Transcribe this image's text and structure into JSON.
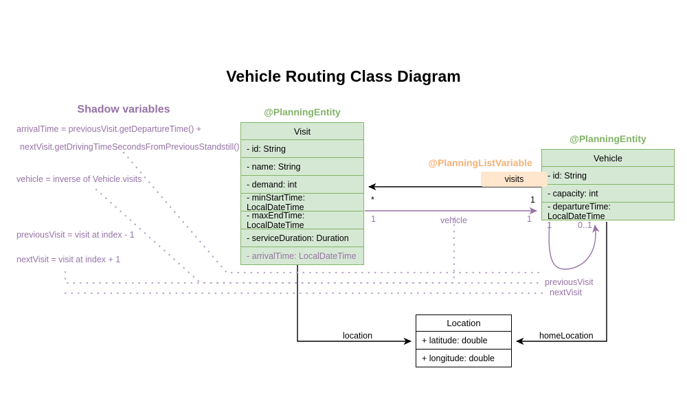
{
  "diagram": {
    "title": "Vehicle Routing Class Diagram",
    "colors": {
      "entity_fill": "#d5e8d4",
      "entity_stroke": "#82b366",
      "shadow_purple": "#9673a6",
      "list_variable_orange": "#f5b277",
      "badge_fill": "#ffe6cc",
      "plain_stroke": "#000000"
    }
  },
  "shadow_panel": {
    "title": "Shadow variables",
    "notes": [
      "arrivalTime = previousVisit.getDepartureTime() +",
      "nextVisit.getDrivingTimeSecondsFromPreviousStandstill()",
      "vehicle = inverse of Vehicle.visits",
      "previousVisit = visit at index - 1",
      "nextVisit = visit at index + 1"
    ]
  },
  "classes": [
    {
      "id": "visit",
      "stereotype": "@PlanningEntity",
      "name": "Visit",
      "attributes": [
        {
          "text": "- id: String",
          "shadow": false
        },
        {
          "text": "- name: String",
          "shadow": false
        },
        {
          "text": "- demand: int",
          "shadow": false
        },
        {
          "text": "- minStartTime: LocalDateTime",
          "shadow": false
        },
        {
          "text": "- maxEndTime: LocalDateTime",
          "shadow": false
        },
        {
          "text": "- serviceDuration: Duration",
          "shadow": false
        },
        {
          "text": "- arrivalTime: LocalDateTime",
          "shadow": true
        }
      ]
    },
    {
      "id": "vehicle",
      "stereotype": "@PlanningEntity",
      "name": "Vehicle",
      "attributes": [
        {
          "text": "- id: String",
          "shadow": false
        },
        {
          "text": "- capacity: int",
          "shadow": false
        },
        {
          "text": "- departureTime: LocalDateTime",
          "shadow": false
        }
      ]
    },
    {
      "id": "location",
      "stereotype": "",
      "name": "Location",
      "attributes": [
        {
          "text": "+ latitude: double",
          "shadow": false
        },
        {
          "text": "+ longitude: double",
          "shadow": false
        }
      ]
    }
  ],
  "annotations": {
    "planning_list_variable": "@PlanningListVariable",
    "visits_badge": "visits"
  },
  "relations": [
    {
      "id": "visits",
      "label": "visits",
      "source": "Vehicle",
      "target": "Visit",
      "source_mult": "1",
      "target_mult": "*",
      "color": "black"
    },
    {
      "id": "vehicle",
      "label": "vehicle",
      "source": "Visit",
      "target": "Vehicle",
      "source_mult": "1",
      "target_mult": "1",
      "color": "purple"
    },
    {
      "id": "previousVisit",
      "label": "previousVisit",
      "source": "Visit",
      "target": "Visit",
      "source_mult": "1",
      "target_mult": "0..1",
      "color": "purple"
    },
    {
      "id": "nextVisit",
      "label": "nextVisit",
      "source": "Visit",
      "target": "Visit",
      "source_mult": "1",
      "target_mult": "0..1",
      "color": "purple"
    },
    {
      "id": "location",
      "label": "location",
      "source": "Visit",
      "target": "Location",
      "source_mult": "",
      "target_mult": "",
      "color": "black"
    },
    {
      "id": "homeLocation",
      "label": "homeLocation",
      "source": "Vehicle",
      "target": "Location",
      "source_mult": "",
      "target_mult": "",
      "color": "black"
    }
  ],
  "multiplicity_labels": {
    "visit_star": "*",
    "visit_one": "1",
    "vehicle_top_one": "1",
    "vehicle_bottom_one": "1",
    "loop_one": "1",
    "loop_zero_one": "0..1"
  }
}
